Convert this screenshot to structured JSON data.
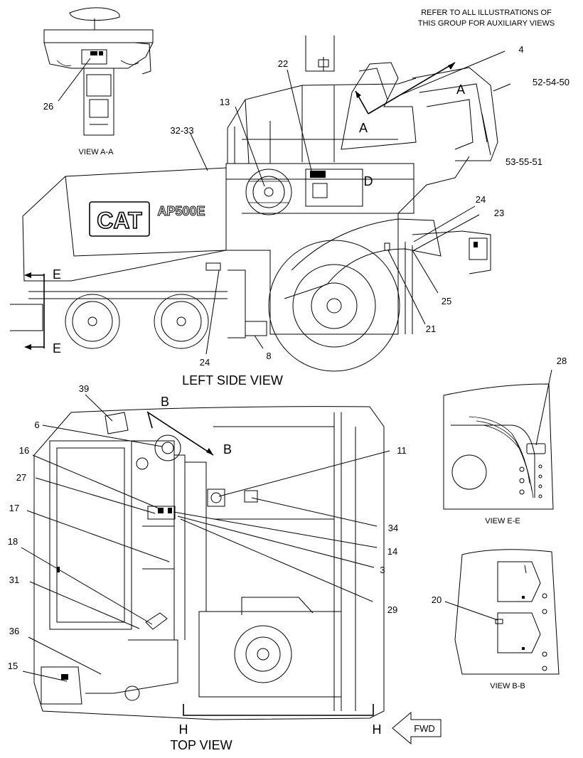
{
  "note": {
    "line1": "REFER TO ALL ILLUSTRATIONS OF",
    "line2": "THIS GROUP FOR AUXILIARY VIEWS"
  },
  "views": {
    "view_aa": "VIEW A-A",
    "left_side": "LEFT SIDE VIEW",
    "top": "TOP VIEW",
    "view_ee": "VIEW E-E",
    "view_bb": "VIEW B-B"
  },
  "branding": {
    "logo": "CAT",
    "model": "AP500E"
  },
  "section_letters": {
    "a": "A",
    "b": "B",
    "d": "D",
    "e": "E",
    "h": "H"
  },
  "fwd_label": "FWD",
  "callouts": {
    "c26": "26",
    "c22": "22",
    "c4": "4",
    "c52": "52-54-50",
    "c13": "13",
    "c3233": "32-33",
    "c53": "53-55-51",
    "c24a": "24",
    "c23": "23",
    "c25": "25",
    "c21": "21",
    "c8": "8",
    "c24b": "24",
    "c28": "28",
    "c39": "39",
    "c6": "6",
    "c11": "11",
    "c16": "16",
    "c27": "27",
    "c17": "17",
    "c34": "34",
    "c14": "14",
    "c3": "3",
    "c18": "18",
    "c29": "29",
    "c31": "31",
    "c20": "20",
    "c36": "36",
    "c15": "15"
  }
}
